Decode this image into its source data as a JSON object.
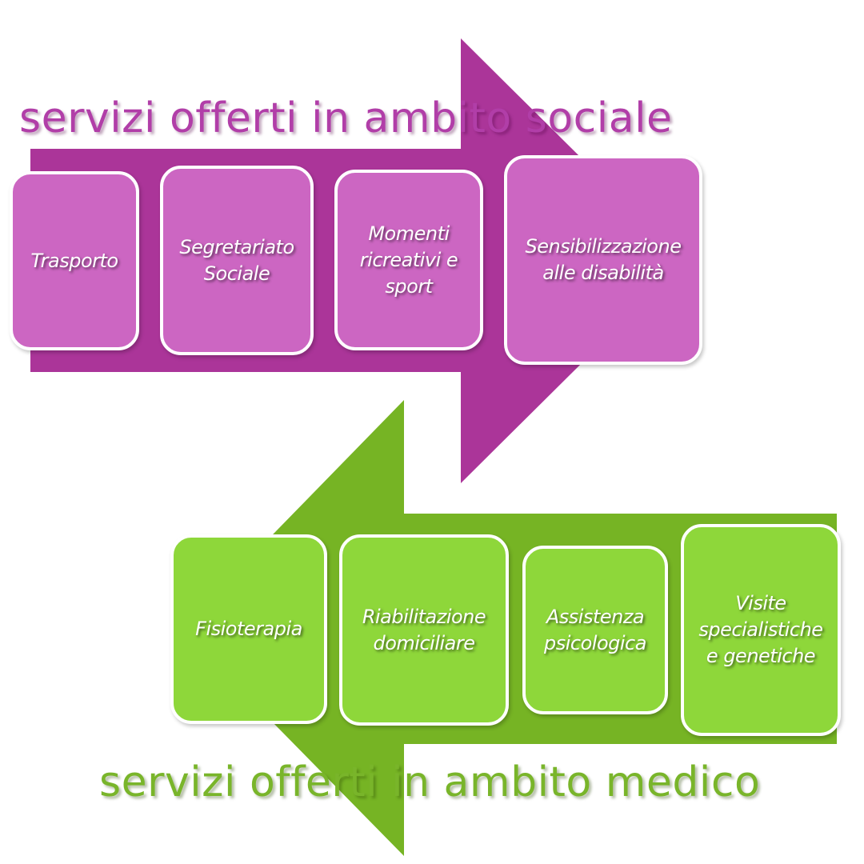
{
  "colors": {
    "social_arrow": "#ab3599",
    "social_box": "#cc66c2",
    "social_title": "#b13ea8",
    "medical_arrow": "#76b424",
    "medical_box": "#8ed73a",
    "medical_title": "#79b52a",
    "box_text": "#ffffff"
  },
  "social": {
    "title": "servizi offerti in ambito sociale",
    "items": [
      {
        "label": "Trasporto"
      },
      {
        "label": "Segretariato\nSociale"
      },
      {
        "label": "Momenti\nricreativi e\nsport"
      },
      {
        "label": "Sensibilizzazione\nalle disabilità"
      }
    ]
  },
  "medical": {
    "title": "servizi offerti in ambito medico",
    "items": [
      {
        "label": "Fisioterapia"
      },
      {
        "label": "Riabilitazione\ndomiciliare"
      },
      {
        "label": "Assistenza\npsicologica"
      },
      {
        "label": "Visite\nspecialistiche\ne genetiche"
      }
    ]
  }
}
